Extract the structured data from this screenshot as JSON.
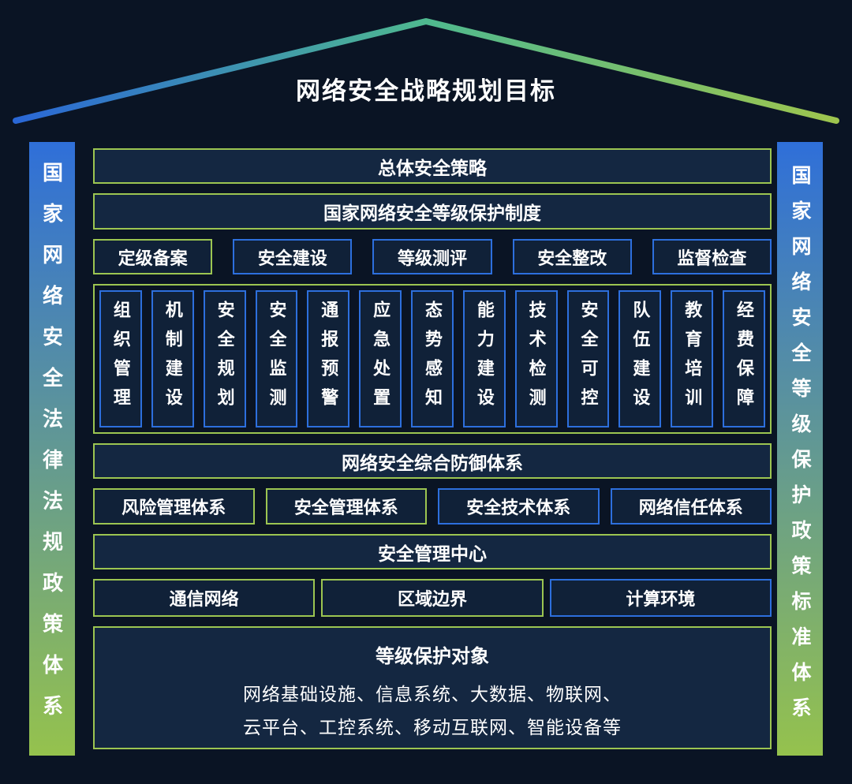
{
  "colors": {
    "background": "#0a1424",
    "panel_fill": "#142741",
    "cell_fill": "#102138",
    "green": "#9cc551",
    "blue": "#2d6fdd",
    "text": "#ffffff",
    "pillar_top": "#2f6fd9",
    "pillar_bottom": "#95c24d",
    "roof_left": "#2a67d6",
    "roof_mid": "#4fb98f",
    "roof_right": "#9ec54e"
  },
  "roof": {
    "title": "网络安全战略规划目标"
  },
  "pillars": {
    "left": "国家网络安全法律法规政策体系",
    "right": "国家网络安全等级保护政策标准体系"
  },
  "bars": {
    "overall_strategy": "总体安全策略",
    "grading_protection_system": "国家网络安全等级保护制度",
    "comprehensive_defense": "网络安全综合防御体系",
    "security_management_center": "安全管理中心"
  },
  "process_row": {
    "items": [
      {
        "label": "定级备案",
        "tone": "green"
      },
      {
        "label": "安全建设",
        "tone": "blue"
      },
      {
        "label": "等级测评",
        "tone": "blue"
      },
      {
        "label": "安全整改",
        "tone": "blue"
      },
      {
        "label": "监督检查",
        "tone": "blue"
      }
    ]
  },
  "capability_matrix": {
    "items": [
      "组织管理",
      "机制建设",
      "安全规划",
      "安全监测",
      "通报预警",
      "应急处置",
      "态势感知",
      "能力建设",
      "技术检测",
      "安全可控",
      "队伍建设",
      "教育培训",
      "经费保障"
    ]
  },
  "systems_row": {
    "items": [
      {
        "label": "风险管理体系",
        "tone": "green"
      },
      {
        "label": "安全管理体系",
        "tone": "green"
      },
      {
        "label": "安全技术体系",
        "tone": "blue"
      },
      {
        "label": "网络信任体系",
        "tone": "blue"
      }
    ]
  },
  "environment_row": {
    "items": [
      {
        "label": "通信网络",
        "tone": "green"
      },
      {
        "label": "区域边界",
        "tone": "green"
      },
      {
        "label": "计算环境",
        "tone": "blue"
      }
    ]
  },
  "protected_objects": {
    "title": "等级保护对象",
    "line1": "网络基础设施、信息系统、大数据、物联网、",
    "line2": "云平台、工控系统、移动互联网、智能设备等"
  }
}
